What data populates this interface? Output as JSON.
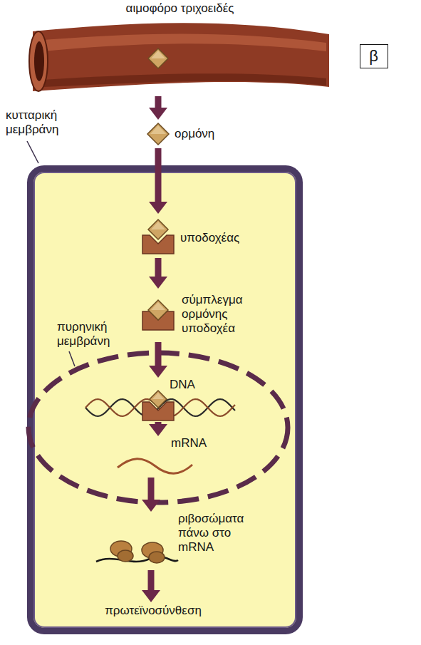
{
  "diagram": {
    "nodes": [
      {
        "text": [
          "αιμοφόρο τριχοειδές"
        ]
      },
      {
        "text": [
          "β"
        ]
      },
      {
        "text": [
          "ορμόνη"
        ]
      },
      {
        "text": [
          "κυτταρική μεμβράνη"
        ]
      },
      {
        "text": [
          "υποδοχέας"
        ],
        "in": 3
      },
      {
        "text": [
          "σύμπλεγμα ορμόνης υποδοχέα"
        ],
        "in": 3
      },
      {
        "text": [
          "πυρηνική μεμβράνη"
        ],
        "in": 3
      },
      {
        "text": [
          "DNA"
        ],
        "in": 6
      },
      {
        "text": [
          "mRNA"
        ],
        "in": 6
      },
      {
        "text": [
          "ριβοσώματα πάνω στο mRNA"
        ],
        "in": 3
      },
      {
        "text": [
          "πρωτεϊνοσύνθεση"
        ],
        "in": 3
      }
    ],
    "edges": [
      {
        "from": 0,
        "to": 2,
        "arrow": "to"
      },
      {
        "from": 2,
        "to": 4,
        "arrow": "to"
      },
      {
        "from": 4,
        "to": 5,
        "arrow": "to"
      },
      {
        "from": 5,
        "to": 7,
        "arrow": "to"
      },
      {
        "from": 7,
        "to": 8,
        "arrow": "to"
      },
      {
        "from": 8,
        "to": 9,
        "arrow": "to"
      },
      {
        "from": 9,
        "to": 10,
        "arrow": "to"
      }
    ]
  }
}
